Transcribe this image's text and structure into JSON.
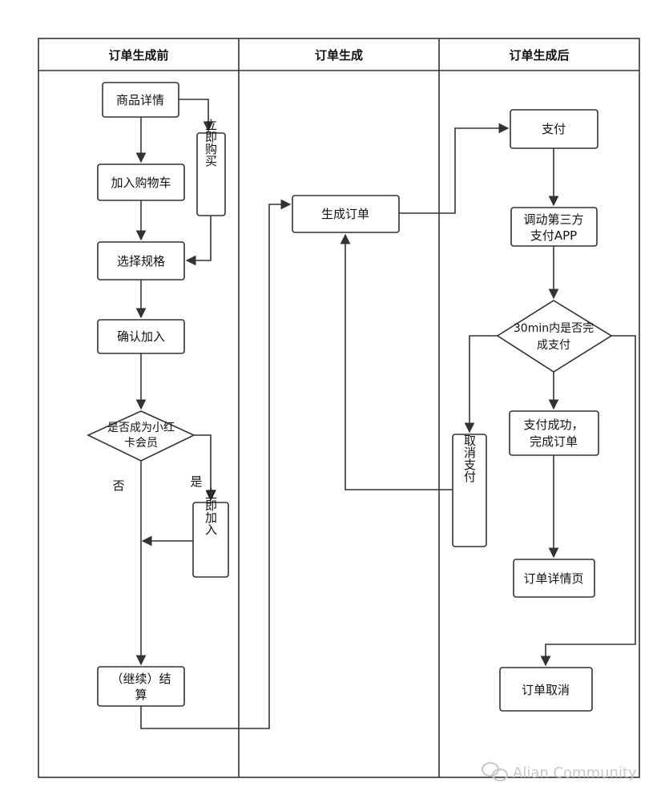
{
  "lanes": [
    "订单生成前",
    "订单生成",
    "订单生成后"
  ],
  "nodes": {
    "product_detail": "商品详情",
    "buy_now": "立即购买",
    "add_cart": "加入购物车",
    "select_spec": "选择规格",
    "confirm_add": "确认加入",
    "member_decision": [
      "是否成为小红",
      "卡会员"
    ],
    "join_now": "立即加入",
    "checkout": [
      "（继续）结",
      "算"
    ],
    "create_order": "生成订单",
    "pay": "支付",
    "call_third_party": [
      "调动第三方",
      "支付APP"
    ],
    "paid_decision": [
      "30min内是否完",
      "成支付"
    ],
    "pay_success": [
      "支付成功，",
      "完成订单"
    ],
    "cancel_pay": "取消支付",
    "order_detail": "订单详情页",
    "order_cancel": "订单取消"
  },
  "labels": {
    "yes": "是",
    "no": "否"
  },
  "watermark": "Alian Community"
}
